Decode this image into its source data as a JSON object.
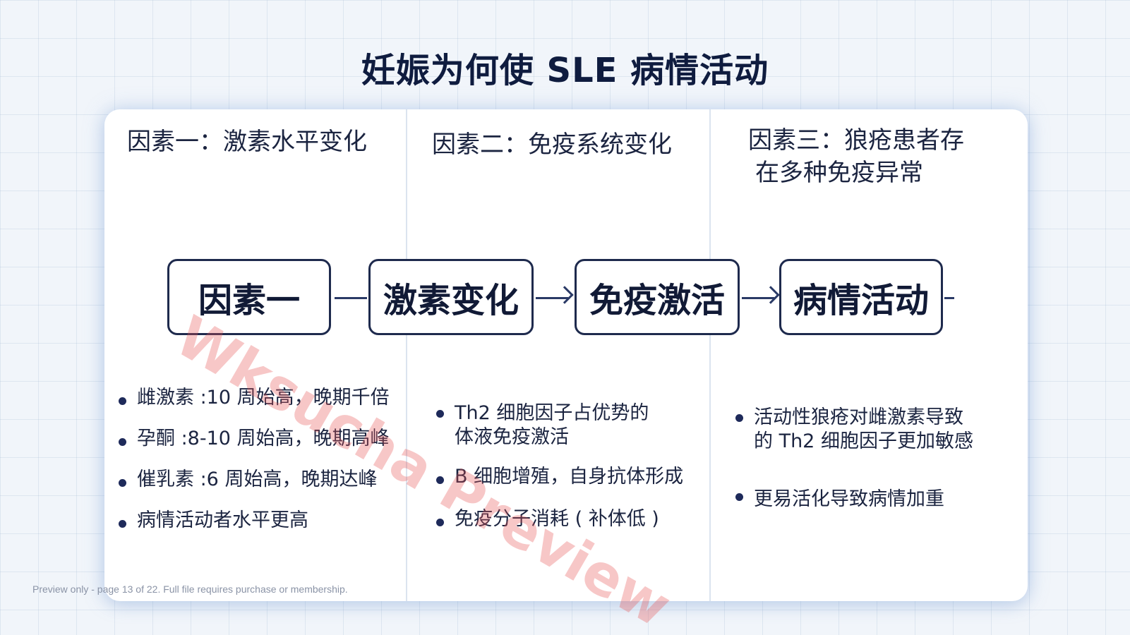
{
  "title": "妊娠为何使 SLE 病情活动",
  "factors": [
    {
      "heading_lines": [
        "因素一：激素水平变化"
      ]
    },
    {
      "heading_lines": [
        "因素二：免疫系统变化"
      ]
    },
    {
      "heading_lines": [
        "因素三：狼疮患者存",
        "在多种免疫异常"
      ]
    }
  ],
  "flow": [
    "因素一",
    "激素变化",
    "免疫激活",
    "病情活动"
  ],
  "bullets": {
    "col1": [
      [
        "雌激素 :10 周始高，晚期千倍"
      ],
      [
        "孕酮 :8-10 周始高，晚期高峰"
      ],
      [
        "催乳素 :6 周始高，晚期达峰"
      ],
      [
        "病情活动者水平更高"
      ]
    ],
    "col2": [
      [
        "Th2 细胞因子占优势的",
        "体液免疫激活"
      ],
      [
        "B 细胞增殖，自身抗体形成"
      ],
      [
        "免疫分子消耗 ( 补体低 )"
      ]
    ],
    "col3": [
      [
        "活动性狼疮对雌激素导致",
        "的 Th2 细胞因子更加敏感"
      ],
      [
        "更易活化导致病情加重"
      ]
    ]
  },
  "watermark": "Wksucha Preview",
  "footer": "Preview only - page 13 of 22. Full file requires purchase or membership."
}
